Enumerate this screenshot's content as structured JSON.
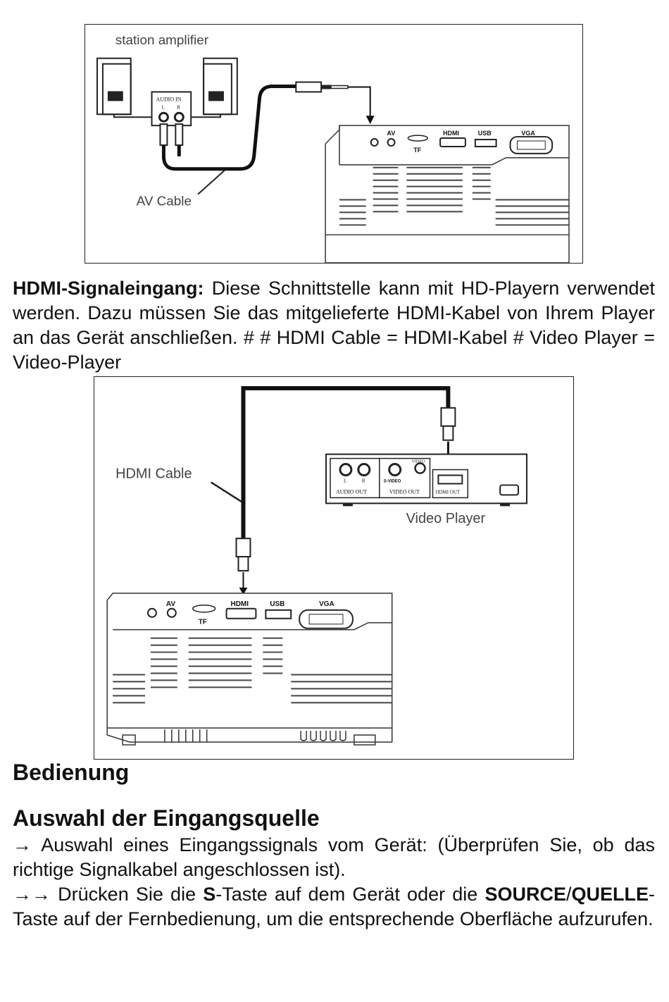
{
  "figure1": {
    "label_station": "station amplifier",
    "label_audio_in": "AUDIO IN",
    "label_l": "L",
    "label_r": "R",
    "label_av_cable": "AV Cable",
    "port_av": "AV",
    "port_tf": "TF",
    "port_hdmi": "HDMI",
    "port_usb": "USB",
    "port_vga": "VGA"
  },
  "hdmi_section": {
    "heading": "HDMI-Signaleingang:",
    "text": " Diese Schnittstelle kann mit HD-Playern verwendet werden. Dazu müssen Sie das mitgelieferte HDMI-Kabel von Ihrem Player an das Gerät anschließen. # # HDMI Cable = HDMI-Kabel # Video Player = Video-Player"
  },
  "figure2": {
    "label_hdmi_cable": "HDMI Cable",
    "label_video_player": "Video Player",
    "vp_l": "L",
    "vp_r": "R",
    "vp_svideo": "S-VIDEO",
    "vp_video": "VIDEO",
    "vp_audio_out": "AUDIO OUT",
    "vp_video_out": "VIDEO OUT",
    "vp_hdmi_out": "HDMI OUT",
    "port_av": "AV",
    "port_tf": "TF",
    "port_hdmi": "HDMI",
    "port_usb": "USB",
    "port_vga": "VGA"
  },
  "operation": {
    "heading": "Bedienung",
    "subheading": "Auswahl der Eingangsquelle",
    "step1_arrow": "→",
    "step1_text": " Auswahl eines Eingangssignals vom Gerät:  (Überprüfen Sie, ob das richtige Signalkabel angeschlossen ist).",
    "step2_arrow": "→→",
    "step2_a": " Drücken Sie die ",
    "step2_key1": "S",
    "step2_b": "-Taste auf dem Gerät oder die ",
    "step2_key2": "SOURCE",
    "step2_slash": "/",
    "step2_key3": "QUELLE",
    "step2_c": "-Taste auf der Fernbedienung, um die entsprechende Oberfläche aufzurufen."
  }
}
